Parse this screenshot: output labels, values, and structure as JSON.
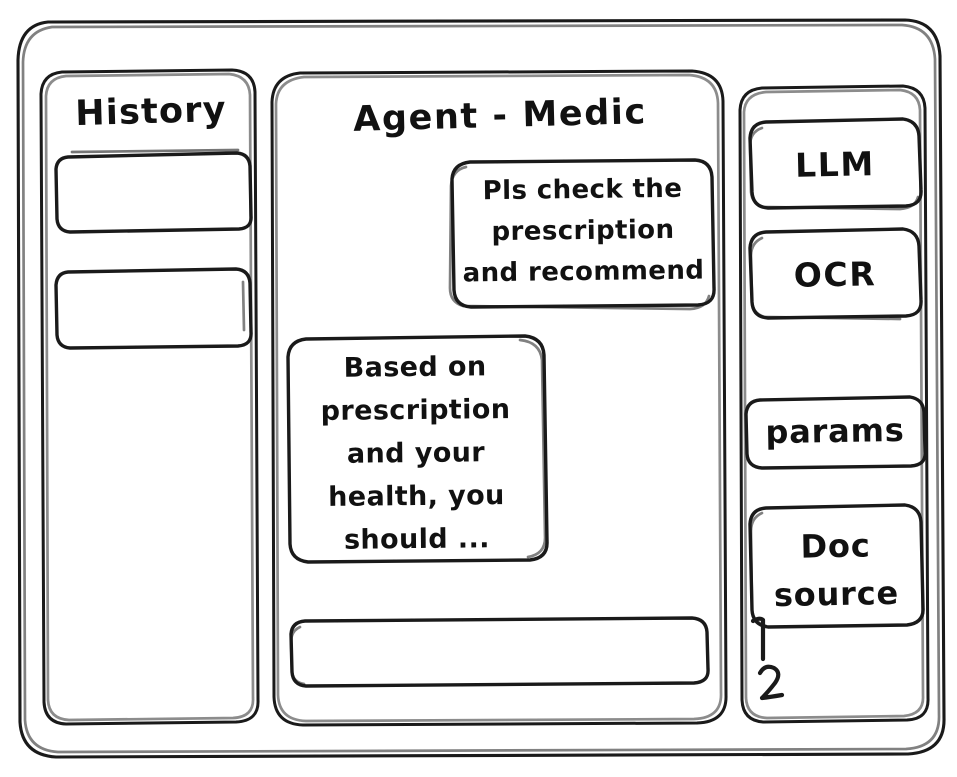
{
  "window": {
    "title": "Agent - Medic",
    "style": "hand-drawn wireframe",
    "stroke_color": "#1a1a1a",
    "background_color": "#ffffff"
  },
  "sidebar": {
    "title": "History",
    "items": [
      {
        "label": "",
        "name": "history-item-1"
      },
      {
        "label": "",
        "name": "history-item-2"
      }
    ]
  },
  "main": {
    "title": "Agent - Medic",
    "messages": [
      {
        "role": "user",
        "text": "Pls check the\nprescription\nand recommend",
        "align": "right"
      },
      {
        "role": "agent",
        "text": "Based on\nprescription\nand your\nhealth, you\nshould ...",
        "align": "left"
      }
    ],
    "composer": {
      "value": "",
      "placeholder": ""
    }
  },
  "tools": {
    "buttons": [
      {
        "label": "LLM",
        "name": "tool-llm"
      },
      {
        "label": "OCR",
        "name": "tool-ocr"
      },
      {
        "label": "params",
        "name": "tool-params"
      }
    ],
    "doc_source": {
      "label": "Doc\nsource",
      "items": [
        "1",
        "2"
      ]
    }
  }
}
